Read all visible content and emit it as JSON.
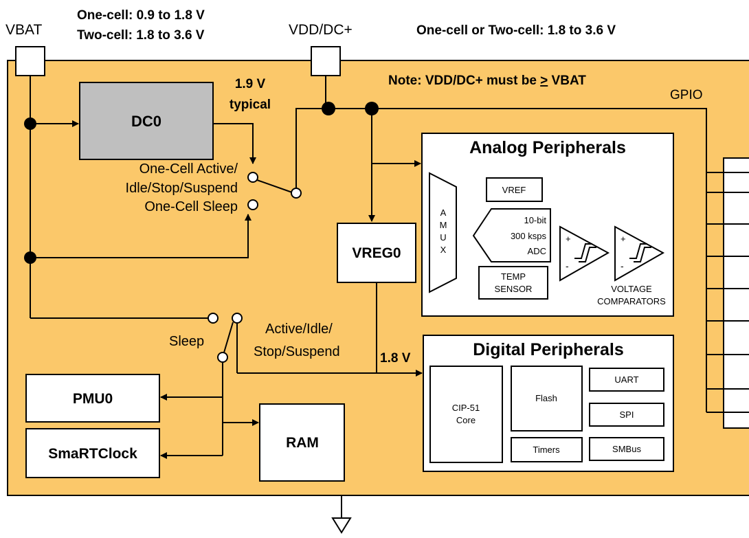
{
  "colors": {
    "chip_background": "#FBC86A",
    "dc0_fill": "#BFBFBF",
    "block_fill": "#FFFFFF",
    "line": "#000000"
  },
  "pins": {
    "vbat": "VBAT",
    "vdd": "VDD/DC+",
    "gpio": "GPIO"
  },
  "supply_ranges": {
    "vbat_one_cell": "One-cell: 0.9 to 1.8 V",
    "vbat_two_cell": "Two-cell: 1.8 to 3.6 V",
    "vdd_range": "One-cell or Two-cell: 1.8 to 3.6 V"
  },
  "note": {
    "prefix": "Note: VDD/DC+ must be ",
    "symbol": ">",
    "suffix": " VBAT"
  },
  "dc0": {
    "label": "DC0",
    "output_line1": "1.9 V",
    "output_line2": "typical"
  },
  "switch_labels": {
    "one_cell_active_line1": "One-Cell Active/",
    "one_cell_active_line2": "Idle/Stop/Suspend",
    "one_cell_sleep": "One-Cell Sleep",
    "sleep": "Sleep",
    "active_line1": "Active/Idle/",
    "active_line2": "Stop/Suspend"
  },
  "vreg0": {
    "label": "VREG0",
    "output": "1.8 V"
  },
  "analog": {
    "title": "Analog Peripherals",
    "amux": [
      "A",
      "M",
      "U",
      "X"
    ],
    "vref": "VREF",
    "adc": [
      "10-bit",
      "300 ksps",
      "ADC"
    ],
    "temp_sensor": [
      "TEMP",
      "SENSOR"
    ],
    "comparator_plus": "+",
    "comparator_minus": "-",
    "comparators_label": [
      "VOLTAGE",
      "COMPARATORS"
    ]
  },
  "digital": {
    "title": "Digital Peripherals",
    "cpu": [
      "CIP-51",
      "Core"
    ],
    "flash": "Flash",
    "timers": "Timers",
    "uart": "UART",
    "spi": "SPI",
    "smbus": "SMBus"
  },
  "blocks": {
    "pmu0": "PMU0",
    "smartclock": "SmaRTClock",
    "ram": "RAM"
  }
}
